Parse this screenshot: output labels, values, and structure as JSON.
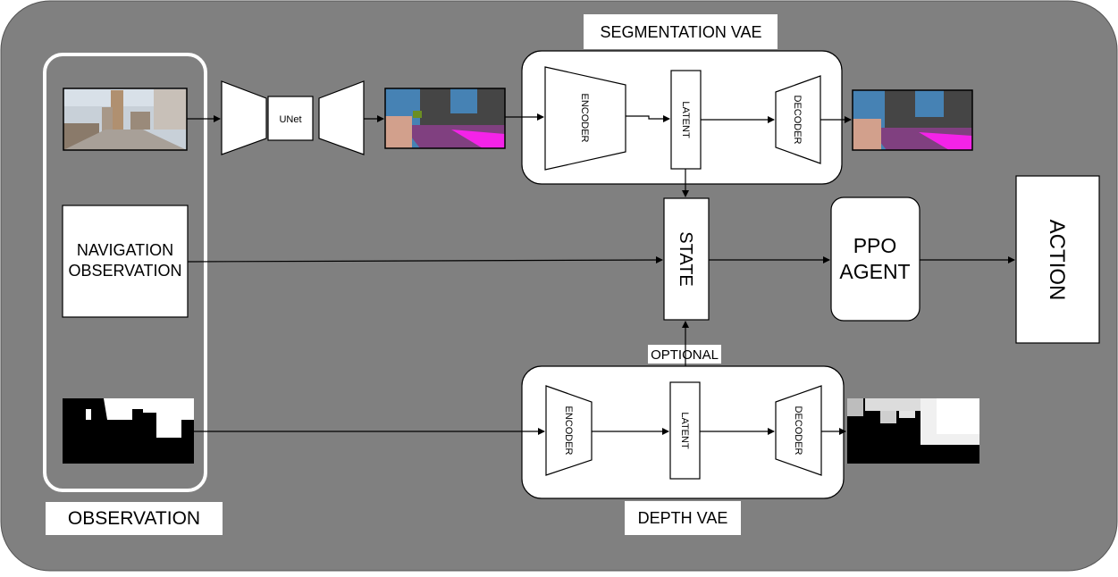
{
  "colors": {
    "panel_bg": "#808080",
    "obs_group_border": "#ffffff",
    "seg_sky": "#4682b4",
    "seg_building": "#454545",
    "seg_road": "#804080",
    "seg_sidewalk": "#f423e8",
    "seg_pedestrian": "#d2a08c",
    "seg_vegetation": "#6b8e23",
    "photo_sky": "#c8d0d8",
    "photo_building": "#b09070"
  },
  "observation": {
    "group_label": "OBSERVATION",
    "navigation_label_line1": "NAVIGATION",
    "navigation_label_line2": "OBSERVATION"
  },
  "unet": {
    "label": "UNet"
  },
  "segmentation_vae": {
    "title": "SEGMENTATION VAE",
    "encoder": "ENCODER",
    "latent": "LATENT",
    "decoder": "DECODER"
  },
  "depth_vae": {
    "title": "DEPTH VAE",
    "encoder": "ENCODER",
    "latent": "LATENT",
    "decoder": "DECODER"
  },
  "state": {
    "label": "STATE",
    "optional_label": "OPTIONAL"
  },
  "agent": {
    "line1": "PPO",
    "line2": "AGENT"
  },
  "action": {
    "label": "ACTION"
  }
}
